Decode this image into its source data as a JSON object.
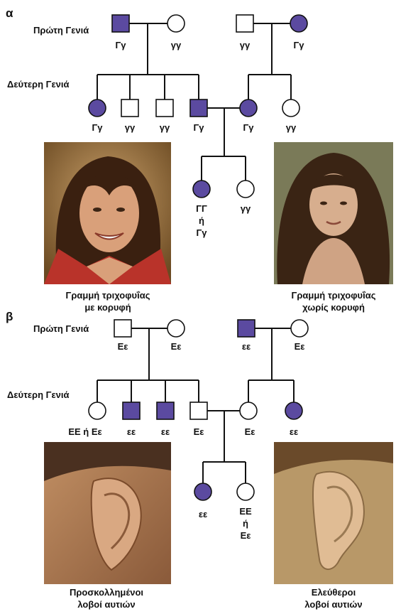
{
  "colors": {
    "affected": "#5b4aa0",
    "unaffected": "#ffffff",
    "line": "#111111"
  },
  "part_a": {
    "label": "α",
    "gen1_label": "Πρώτη Γενιά",
    "gen2_label": "Δεύτερη Γενιά",
    "gen1": [
      "Γγ",
      "γγ",
      "γγ",
      "Γγ"
    ],
    "gen2": [
      "Γγ",
      "γγ",
      "γγ",
      "Γγ",
      "Γγ",
      "γγ"
    ],
    "gen3": {
      "child1_lines": [
        "ΓΓ",
        "ή",
        "Γγ"
      ],
      "child2": "γγ"
    },
    "photo_left_caption": [
      "Γραμμή τριχοφυΐας",
      "με κορυφή"
    ],
    "photo_right_caption": [
      "Γραμμή τριχοφυΐας",
      "χωρίς κορυφή"
    ]
  },
  "part_b": {
    "label": "β",
    "gen1_label": "Πρώτη Γενιά",
    "gen2_label": "Δεύτερη Γενιά",
    "gen1": [
      "Εε",
      "Εε",
      "εε",
      "Εε"
    ],
    "gen2": [
      "ΕΕ ή Εε",
      "εε",
      "εε",
      "Εε",
      "Εε",
      "εε"
    ],
    "gen3": {
      "child1": "εε",
      "child2_lines": [
        "ΕΕ",
        "ή",
        "Εε"
      ]
    },
    "photo_left_caption": [
      "Προσκολλημένοι",
      "λοβοί αυτιών"
    ],
    "photo_right_caption": [
      "Ελεύθεροι",
      "λοβοί αυτιών"
    ]
  }
}
